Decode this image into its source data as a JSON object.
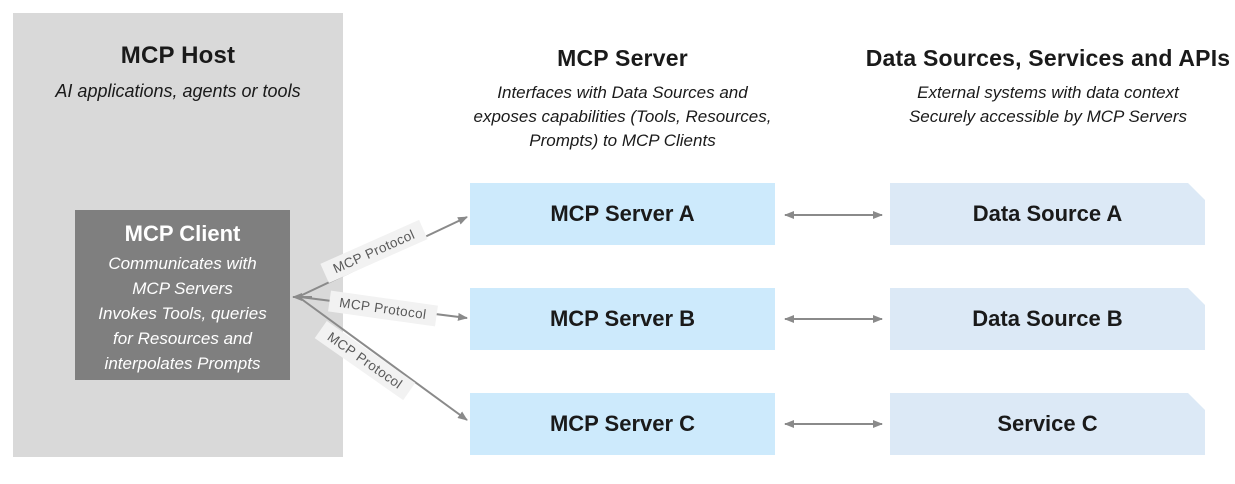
{
  "host": {
    "title": "MCP Host",
    "subtitle": "AI applications, agents or tools",
    "client": {
      "title": "MCP Client",
      "lines": [
        "Communicates with",
        "MCP Servers",
        "Invokes Tools, queries",
        "for Resources and",
        "interpolates Prompts"
      ]
    }
  },
  "servers": {
    "title": "MCP Server",
    "subtitle_lines": [
      "Interfaces with Data Sources and",
      "exposes capabilities (Tools, Resources,",
      "Prompts) to MCP Clients"
    ],
    "items": [
      {
        "label": "MCP Server A"
      },
      {
        "label": "MCP Server B"
      },
      {
        "label": "MCP Server C"
      }
    ]
  },
  "sources": {
    "title": "Data Sources, Services and APIs",
    "subtitle_lines": [
      "External systems with data context",
      "Securely accessible by MCP Servers"
    ],
    "items": [
      {
        "label": "Data Source A"
      },
      {
        "label": "Data Source B"
      },
      {
        "label": "Service C"
      }
    ]
  },
  "protocol_labels": [
    "MCP Protocol",
    "MCP Protocol",
    "MCP Protocol"
  ],
  "colors": {
    "host_bg": "#d9d9d9",
    "client_bg": "#7f7f7f",
    "server_bg": "#cdeafc",
    "source_bg": "#dce9f6",
    "arrow": "#8a8a8a",
    "chip_bg": "#f2f2f2",
    "chip_text": "#595959",
    "text": "#1a1a1a",
    "client_text": "#ffffff"
  }
}
